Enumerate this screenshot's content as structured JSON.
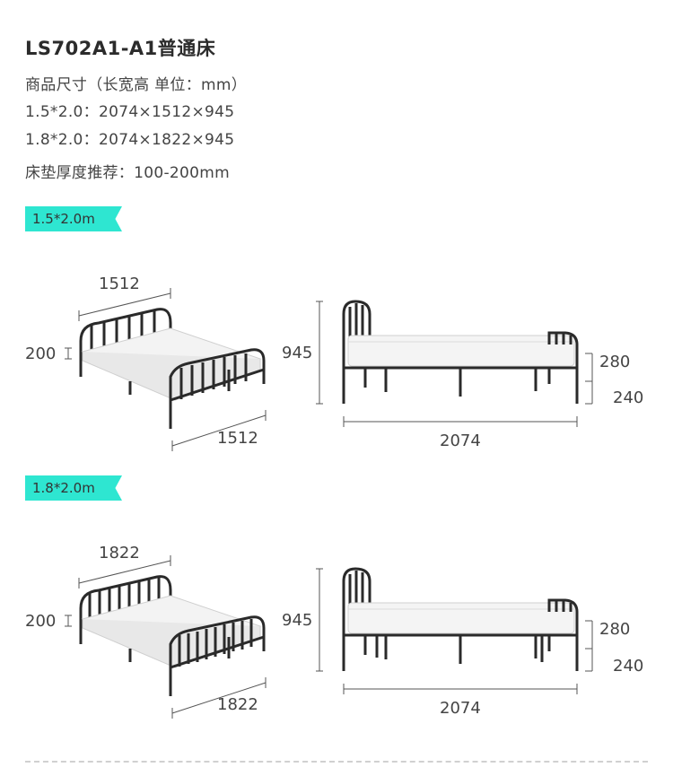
{
  "product": {
    "title": "LS702A1-A1普通床",
    "spec_header": "商品尺寸（长宽高 单位：mm）",
    "spec_15": "1.5*2.0：2074×1512×945",
    "spec_18": "1.8*2.0：2074×1822×945",
    "mattress": "床垫厚度推荐：100-200mm"
  },
  "sizes": [
    {
      "tag": "1.5*2.0m",
      "top_width": "1512",
      "left_height": "200",
      "bottom_width": "1512",
      "side_height": "945",
      "rail_height": "280",
      "clearance": "240",
      "length": "2074"
    },
    {
      "tag": "1.8*2.0m",
      "top_width": "1822",
      "left_height": "200",
      "bottom_width": "1822",
      "side_height": "945",
      "rail_height": "280",
      "clearance": "240",
      "length": "2074"
    }
  ],
  "colors": {
    "accent": "#2ee6d1",
    "frame": "#2a2a2a",
    "text": "#444444"
  }
}
